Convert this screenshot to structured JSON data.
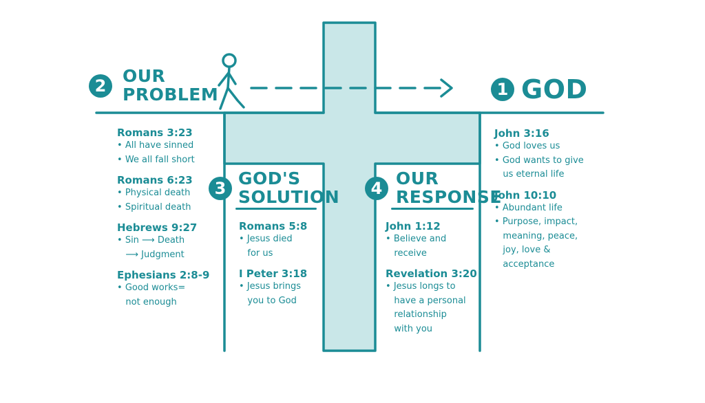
{
  "colors": {
    "ink": "#1b8c95",
    "cross_fill": "#c9e7e8",
    "background": "#ffffff"
  },
  "god": {
    "number": "1",
    "title": "GOD"
  },
  "problem": {
    "number": "2",
    "title_line1": "OUR",
    "title_line2": "PROBLEM"
  },
  "solution": {
    "number": "3",
    "title_line1": "GOD'S",
    "title_line2": "SOLUTION"
  },
  "response": {
    "number": "4",
    "title_line1": "OUR",
    "title_line2": "RESPONSE"
  },
  "icons": {
    "walker": "stick-figure-walking-icon",
    "arrow": "dashed-arrow-right-icon"
  },
  "problem_refs": [
    {
      "ref": "Romans 3:23",
      "lines": [
        "All have sinned",
        "We all fall short"
      ]
    },
    {
      "ref": "Romans 6:23",
      "lines": [
        "Physical death",
        "Spiritual death"
      ]
    },
    {
      "ref": "Hebrews 9:27",
      "lines": [
        "Sin ⟶ Death",
        "⟶ Judgment"
      ]
    },
    {
      "ref": "Ephesians 2:8-9",
      "lines": [
        "Good works=",
        "not enough"
      ]
    }
  ],
  "solution_refs": [
    {
      "ref": "Romans 5:8",
      "lines": [
        "Jesus died",
        "for us"
      ]
    },
    {
      "ref": "I Peter 3:18",
      "lines": [
        "Jesus brings",
        "you to God"
      ]
    }
  ],
  "response_refs": [
    {
      "ref": "John 1:12",
      "lines": [
        "Believe and",
        "receive"
      ]
    },
    {
      "ref": "Revelation 3:20",
      "lines": [
        "Jesus longs to",
        "have a personal",
        "relationship",
        "with you"
      ]
    }
  ],
  "god_refs": [
    {
      "ref": "John 3:16",
      "lines": [
        "God loves us",
        "God wants to give",
        "us eternal life"
      ]
    },
    {
      "ref": "John 10:10",
      "lines": [
        "Abundant life",
        "Purpose, impact,",
        "meaning, peace,",
        "joy, love &",
        "acceptance"
      ]
    }
  ]
}
